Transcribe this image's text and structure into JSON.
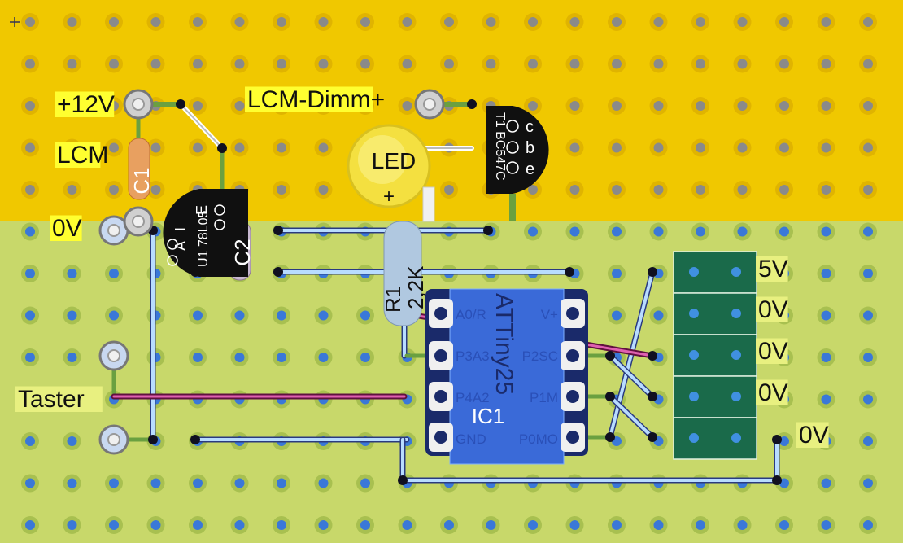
{
  "board": {
    "top_color": "#f0c800",
    "bottom_color": "#c8d86a",
    "hole_top": "#8a8a8a",
    "hole_bottom": "#3a78d8",
    "pad_color": "#d8c040"
  },
  "labels": {
    "v12": "+12V",
    "lcm": "LCM",
    "v0_left": "0V",
    "lcm_dimm": "LCM-Dimm+",
    "taster": "Taster",
    "v5": "5V",
    "v0_a": "0V",
    "v0_b": "0V",
    "v0_c": "0V",
    "v0_d": "0V"
  },
  "components": {
    "c1": "C1",
    "c2": "C2",
    "u1": "U1 78L05",
    "u1_pins": [
      "A",
      "E",
      "I"
    ],
    "led": "LED",
    "led_plus": "+",
    "r1": "R1",
    "r1_value": "2,2K",
    "t1": "T1 BC547C",
    "t1_pins": [
      "c",
      "b",
      "e"
    ],
    "ic_name": "ATTiny25",
    "ic_ref": "IC1",
    "ic_pins_left": [
      "A0/R",
      "P3A3",
      "P4A2",
      "GND"
    ],
    "ic_pins_right": [
      "V+",
      "P2SC",
      "P1M",
      "P0MO"
    ]
  }
}
